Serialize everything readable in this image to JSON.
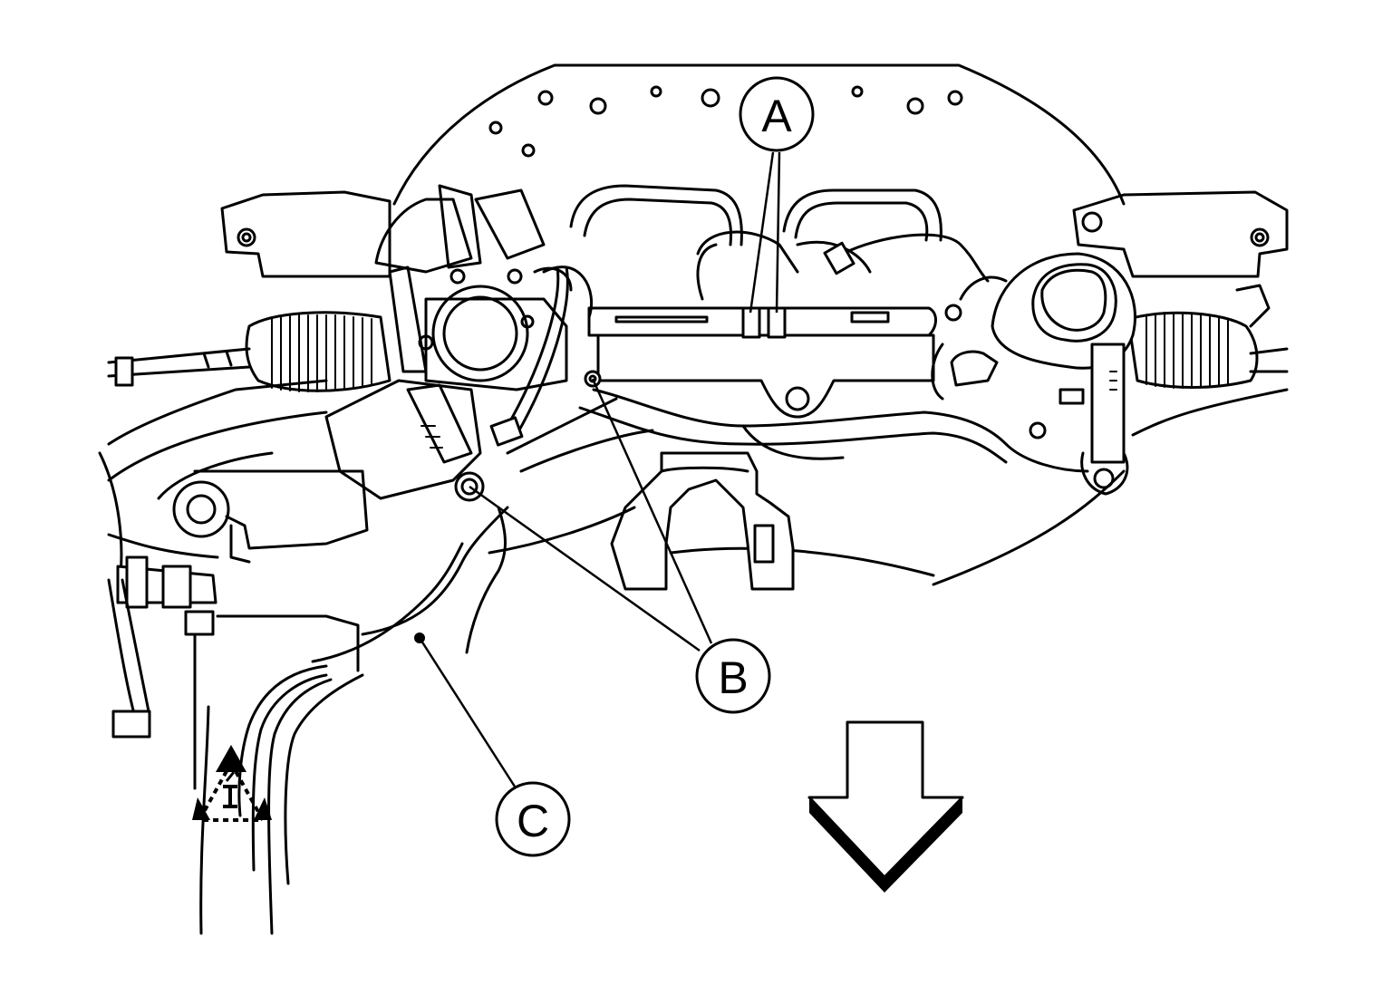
{
  "callouts": {
    "a": "A",
    "b": "B",
    "c": "C"
  },
  "icons": {
    "direction_arrow": "arrow-down-icon",
    "front_symbol": "front-indicator-icon"
  },
  "colors": {
    "line": "#000000",
    "background": "#ffffff"
  }
}
